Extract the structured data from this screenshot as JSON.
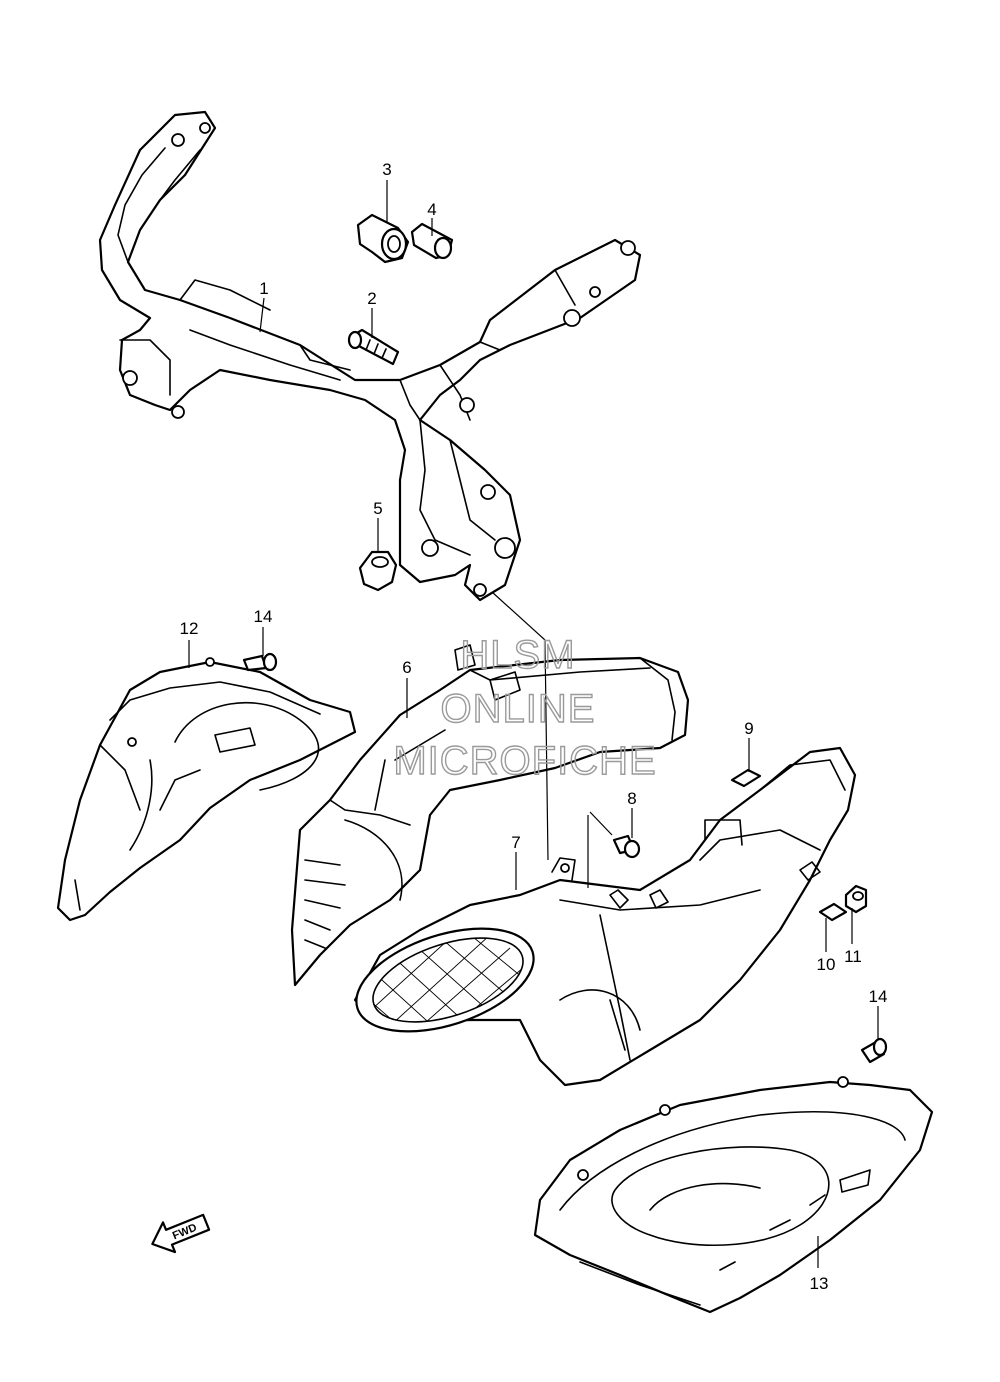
{
  "diagram": {
    "callouts": [
      {
        "id": "c1",
        "label": "1"
      },
      {
        "id": "c2",
        "label": "2"
      },
      {
        "id": "c3",
        "label": "3"
      },
      {
        "id": "c4",
        "label": "4"
      },
      {
        "id": "c5",
        "label": "5"
      },
      {
        "id": "c6",
        "label": "6"
      },
      {
        "id": "c7",
        "label": "7"
      },
      {
        "id": "c8",
        "label": "8"
      },
      {
        "id": "c9",
        "label": "9"
      },
      {
        "id": "c10",
        "label": "10"
      },
      {
        "id": "c11",
        "label": "11"
      },
      {
        "id": "c12",
        "label": "12"
      },
      {
        "id": "c13",
        "label": "13"
      },
      {
        "id": "c14a",
        "label": "14"
      },
      {
        "id": "c14b",
        "label": "14"
      }
    ],
    "watermark": {
      "line1": "HLSM",
      "line2": "ONLINE",
      "line3": "MICROFICHE"
    },
    "fwd_arrow_label": "FWD"
  }
}
